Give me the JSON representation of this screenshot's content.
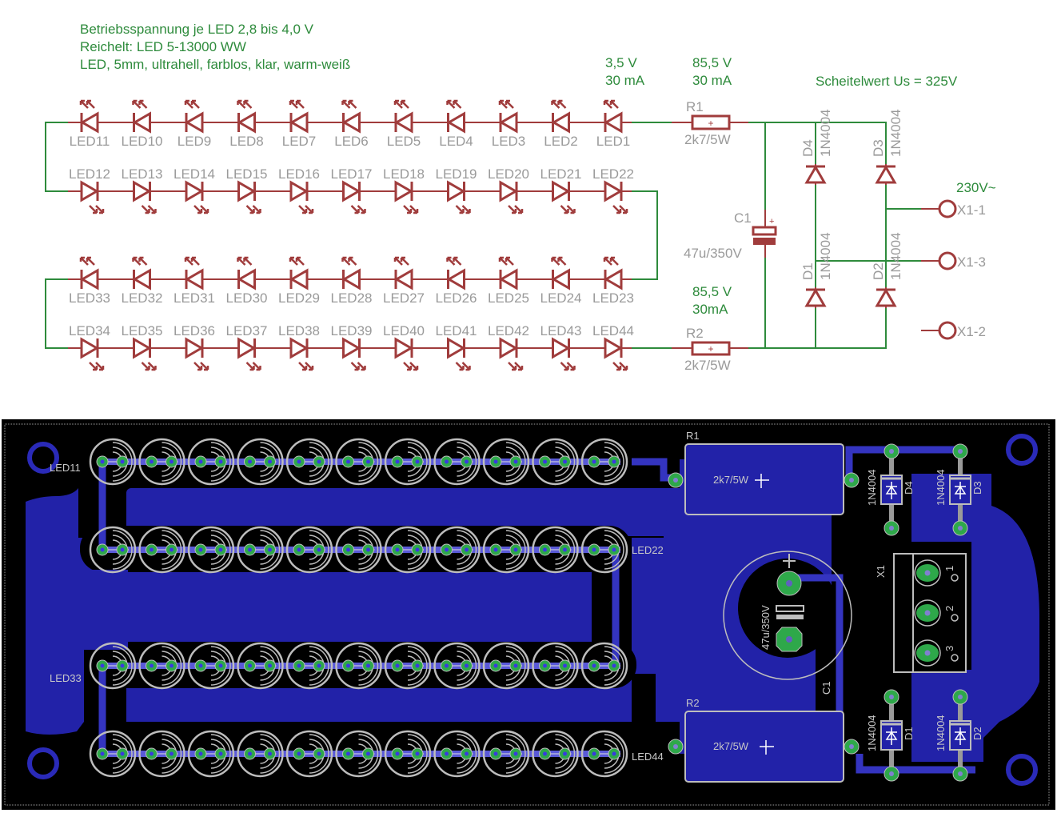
{
  "schematic": {
    "notes": [
      "Betriebsspannung je LED 2,8 bis 4,0 V",
      "Reichelt: LED 5-13000 WW",
      "LED, 5mm, ultrahell, farblos, klar, warm-weiß"
    ],
    "led_voltage": "3,5 V",
    "led_current": "30 mA",
    "r1_voltage": "85,5 V",
    "r1_current": "30 mA",
    "r2_voltage": "85,5 V",
    "r2_current": "30mA",
    "peak_voltage": "Scheitelwert Us = 325V",
    "mains": "230V~",
    "rows": [
      [
        "LED11",
        "LED10",
        "LED9",
        "LED8",
        "LED7",
        "LED6",
        "LED5",
        "LED4",
        "LED3",
        "LED2",
        "LED1"
      ],
      [
        "LED12",
        "LED13",
        "LED14",
        "LED15",
        "LED16",
        "LED17",
        "LED18",
        "LED19",
        "LED20",
        "LED21",
        "LED22"
      ],
      [
        "LED33",
        "LED32",
        "LED31",
        "LED30",
        "LED29",
        "LED28",
        "LED27",
        "LED26",
        "LED25",
        "LED24",
        "LED23"
      ],
      [
        "LED34",
        "LED35",
        "LED36",
        "LED37",
        "LED38",
        "LED39",
        "LED40",
        "LED41",
        "LED42",
        "LED43",
        "LED44"
      ]
    ],
    "r1": {
      "name": "R1",
      "value": "2k7/5W"
    },
    "r2": {
      "name": "R2",
      "value": "2k7/5W"
    },
    "c1": {
      "name": "C1",
      "value": "47u/350V"
    },
    "diodes": [
      {
        "name": "D4",
        "value": "1N4004"
      },
      {
        "name": "D3",
        "value": "1N4004"
      },
      {
        "name": "D1",
        "value": "1N4004"
      },
      {
        "name": "D2",
        "value": "1N4004"
      }
    ],
    "connectors": [
      "X1-1",
      "X1-3",
      "X1-2"
    ]
  },
  "pcb": {
    "led_labels": [
      "LED11",
      "LED22",
      "LED33",
      "LED44"
    ],
    "r1": {
      "name": "R1",
      "value": "2k7/5W"
    },
    "r2": {
      "name": "R2",
      "value": "2k7/5W"
    },
    "c1": {
      "name": "C1",
      "value": "47u/350V"
    },
    "diodes": [
      {
        "name": "D4",
        "value": "1N4004"
      },
      {
        "name": "D3",
        "value": "1N4004"
      },
      {
        "name": "D1",
        "value": "1N4004"
      },
      {
        "name": "D2",
        "value": "1N4004"
      }
    ],
    "connector": {
      "name": "X1",
      "pins": [
        "1",
        "2",
        "3"
      ]
    },
    "colors": {
      "background": "#000000",
      "copper": "#2222a8",
      "silkscreen": "#bdbdbd",
      "pad": "#2ea84a",
      "schematic_wire": "#2e8b3c",
      "schematic_part": "#a03c3c",
      "schematic_label": "#9a9a9a"
    }
  }
}
